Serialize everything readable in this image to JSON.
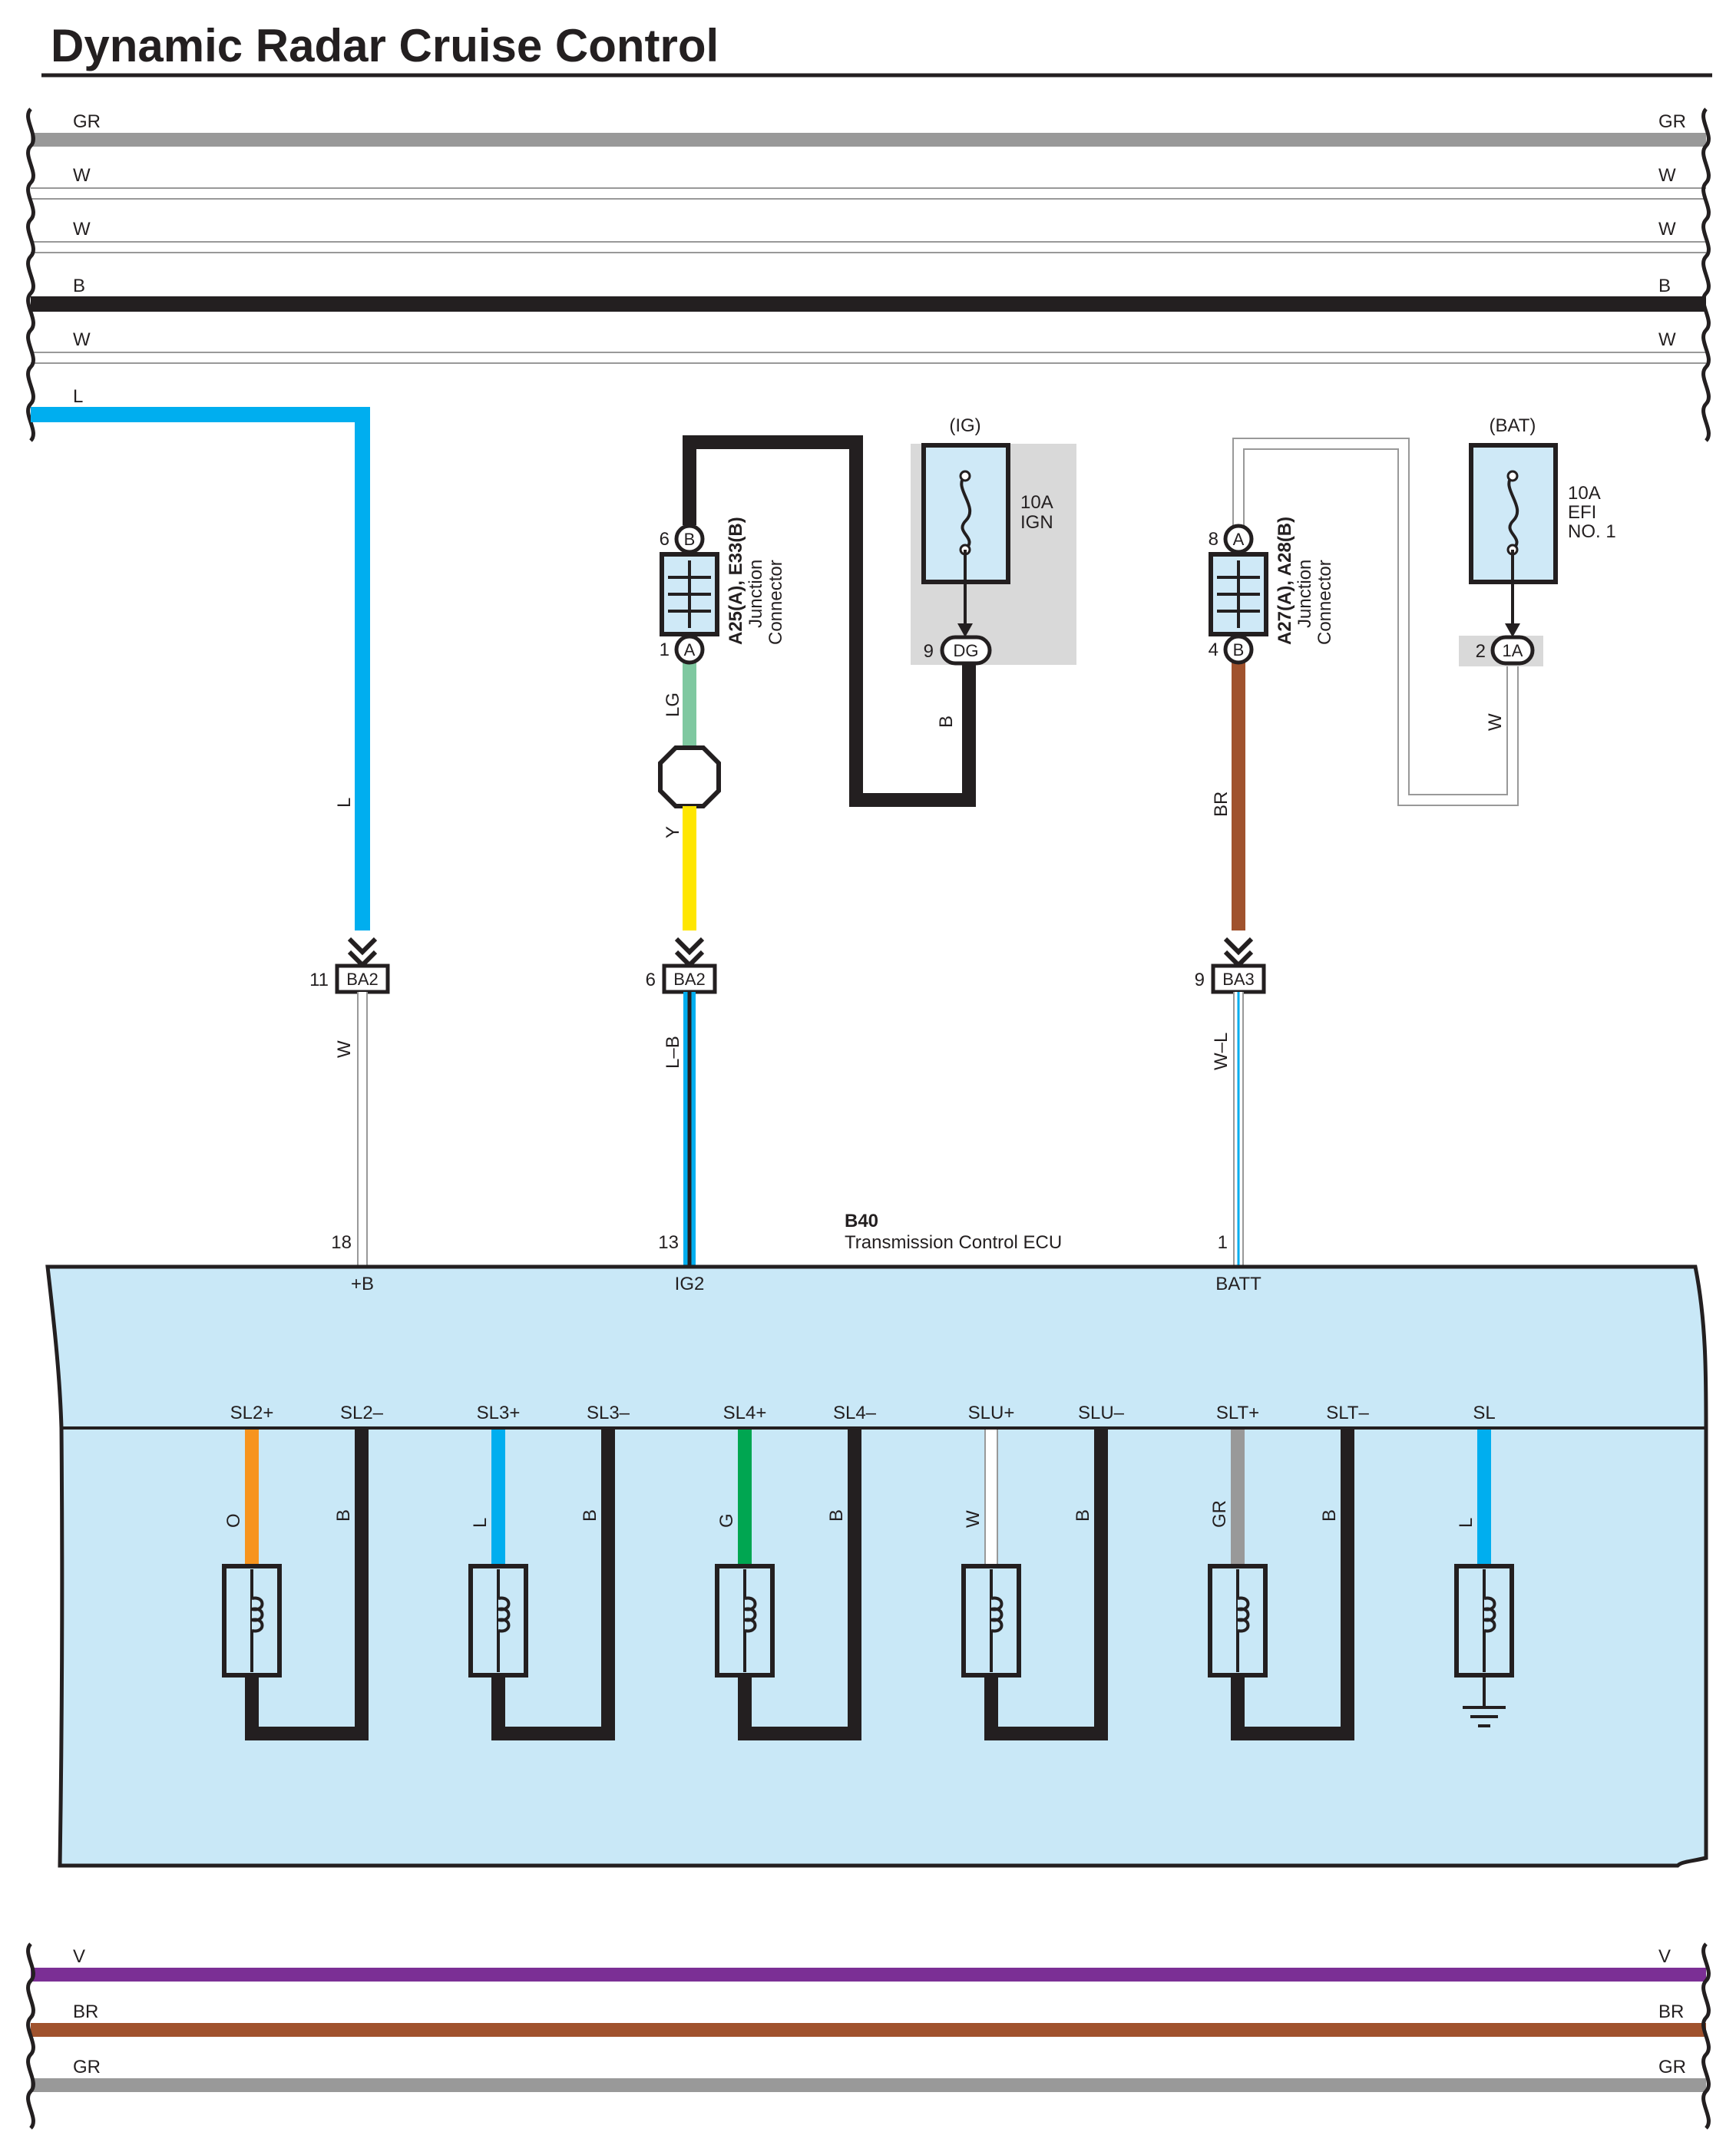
{
  "title": "Dynamic Radar Cruise Control",
  "colors": {
    "ecu_fill": "#c9e8f7",
    "part_fill": "#cfe9f7",
    "fuse_box_shade": "#d9d9d9",
    "wire": {
      "GR": "#999999",
      "W": "#ffffff",
      "B": "#231f20",
      "L": "#00aeef",
      "LG": "#7fc8a0",
      "Y": "#ffe600",
      "BR": "#a0522d",
      "O": "#f7941d",
      "G": "#00a651",
      "V": "#7b2f95"
    }
  },
  "top_bus": [
    {
      "label": "GR",
      "color": "GR"
    },
    {
      "label": "W",
      "color": "W"
    },
    {
      "label": "W",
      "color": "W"
    },
    {
      "label": "B",
      "color": "B"
    },
    {
      "label": "W",
      "color": "W"
    },
    {
      "label": "L",
      "color": "L"
    }
  ],
  "bottom_bus": [
    {
      "label": "V",
      "color": "V"
    },
    {
      "label": "BR",
      "color": "BR"
    },
    {
      "label": "GR",
      "color": "GR"
    }
  ],
  "fuses": {
    "ig": {
      "header": "(IG)",
      "rating": "10A",
      "name": "IGN",
      "pin": "9",
      "connector": "DG"
    },
    "bat": {
      "header": "(BAT)",
      "rating": "10A",
      "name1": "EFI",
      "name2": "NO. 1",
      "pin": "2",
      "connector": "1A"
    }
  },
  "junctions": {
    "j1": {
      "id": "A25(A), E33(B)",
      "line1": "Junction",
      "line2": "Connector",
      "top_pin": "6",
      "top_conn": "B",
      "bot_pin": "1",
      "bot_conn": "A"
    },
    "j2": {
      "id": "A27(A), A28(B)",
      "line1": "Junction",
      "line2": "Connector",
      "top_pin": "8",
      "top_conn": "A",
      "bot_pin": "4",
      "bot_conn": "B"
    }
  },
  "wire_labels": {
    "l_down": "L",
    "lg": "LG",
    "y": "Y",
    "b_fuse": "B",
    "br": "BR",
    "w_bat": "W"
  },
  "connectors": [
    {
      "pin": "11",
      "name": "BA2",
      "wire": "W"
    },
    {
      "pin": "6",
      "name": "BA2",
      "wire": "L–B"
    },
    {
      "pin": "9",
      "name": "BA3",
      "wire": "W–L"
    }
  ],
  "ecu": {
    "id": "B40",
    "name": "Transmission Control ECU",
    "terminals": [
      {
        "pin": "18",
        "name": "+B"
      },
      {
        "pin": "13",
        "name": "IG2"
      },
      {
        "pin": "1",
        "name": "BATT"
      }
    ],
    "solenoids": [
      {
        "plus": "SL2+",
        "minus": "SL2–",
        "wire": "O",
        "color": "O",
        "ret": "B"
      },
      {
        "plus": "SL3+",
        "minus": "SL3–",
        "wire": "L",
        "color": "L",
        "ret": "B"
      },
      {
        "plus": "SL4+",
        "minus": "SL4–",
        "wire": "G",
        "color": "G",
        "ret": "B"
      },
      {
        "plus": "SLU+",
        "minus": "SLU–",
        "wire": "W",
        "color": "W",
        "ret": "B"
      },
      {
        "plus": "SLT+",
        "minus": "SLT–",
        "wire": "GR",
        "color": "GR",
        "ret": "B"
      },
      {
        "plus": "SL",
        "minus": "",
        "wire": "L",
        "color": "L",
        "ret": ""
      }
    ]
  }
}
